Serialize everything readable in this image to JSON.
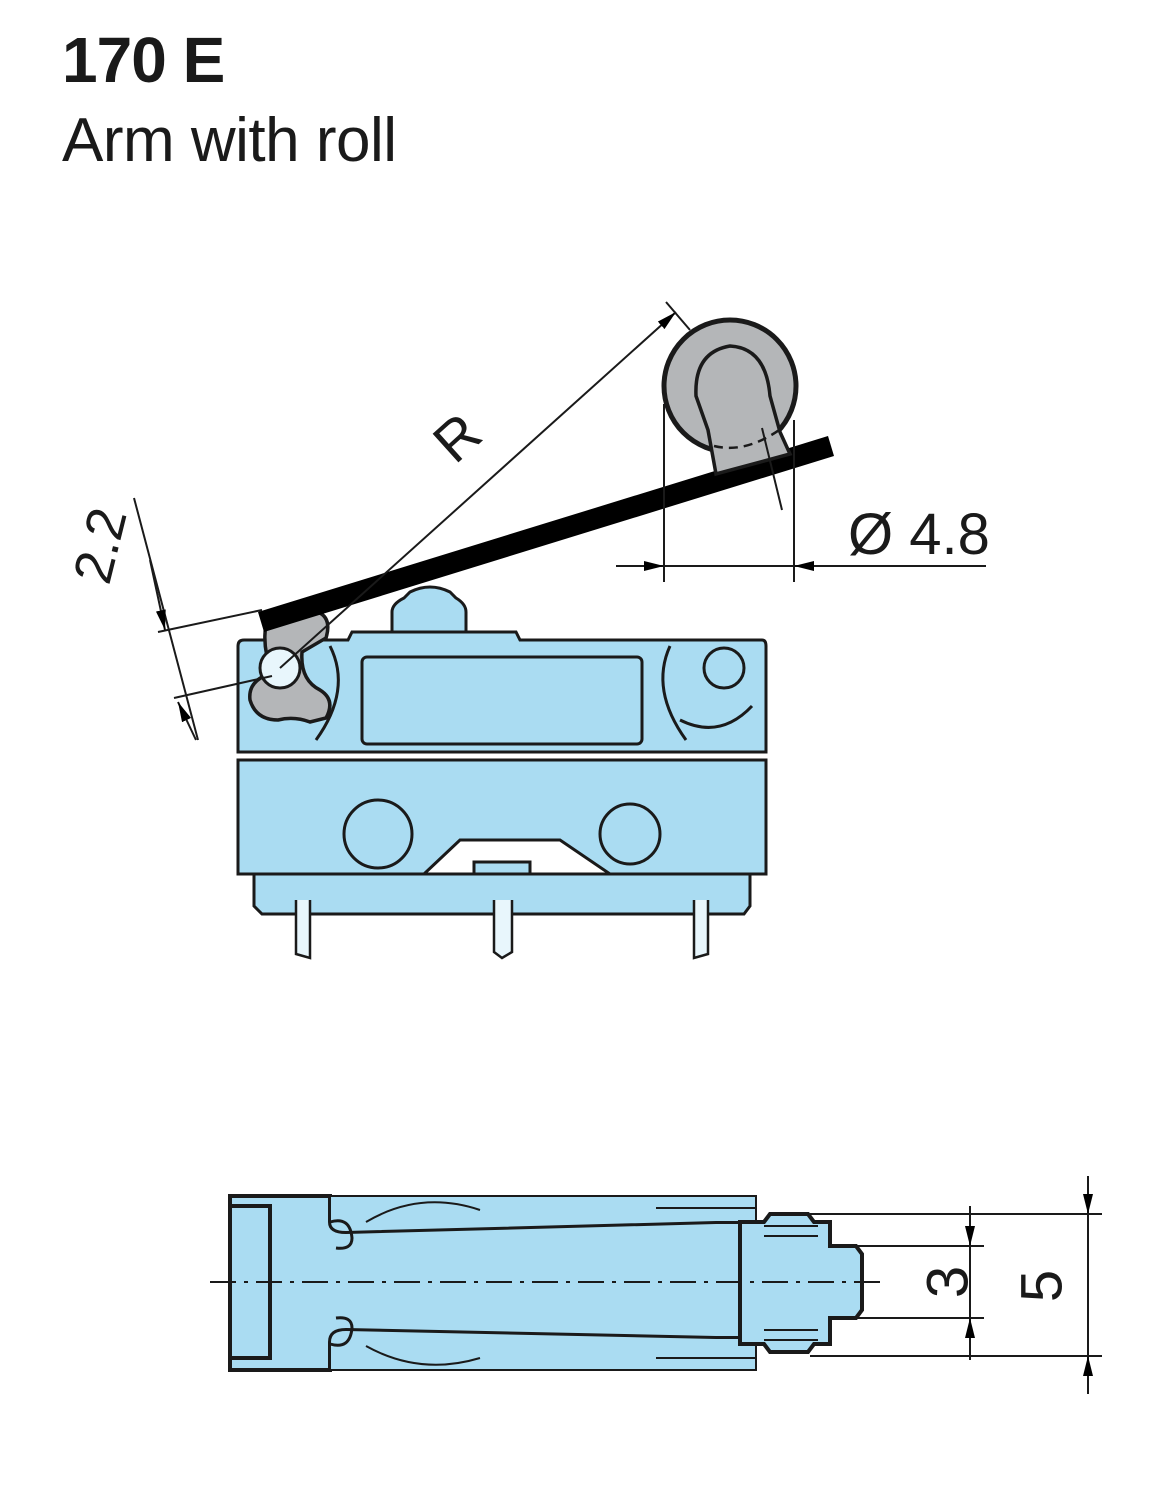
{
  "header": {
    "model": "170 E",
    "description": "Arm with roll"
  },
  "dimensions": {
    "radius": "R",
    "lever_offset": "2.2",
    "roll_diameter": "Ø 4.8",
    "plunger_width": "3",
    "body_width": "5"
  },
  "colors": {
    "body": "#aadcf2",
    "outline": "#1a1a1a",
    "roll": "#b4b6b8",
    "lever": "#000000"
  }
}
